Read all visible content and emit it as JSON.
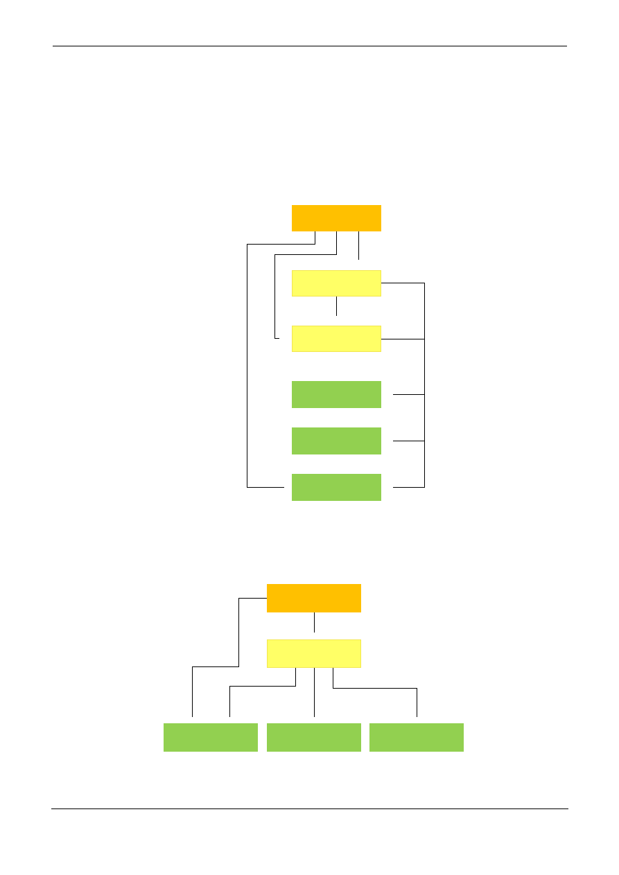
{
  "colors": {
    "root": "#ffc000",
    "middle": "#ffff66",
    "leaf": "#92d050",
    "line": "#000000",
    "background": "#ffffff"
  },
  "diagram_vertical": {
    "nodes": [
      {
        "id": "v-root",
        "level": "root",
        "label": ""
      },
      {
        "id": "v-mid-1",
        "level": "middle",
        "label": ""
      },
      {
        "id": "v-mid-2",
        "level": "middle",
        "label": ""
      },
      {
        "id": "v-leaf-1",
        "level": "leaf",
        "label": ""
      },
      {
        "id": "v-leaf-2",
        "level": "leaf",
        "label": ""
      },
      {
        "id": "v-leaf-3",
        "level": "leaf",
        "label": ""
      }
    ]
  },
  "diagram_horizontal": {
    "nodes": [
      {
        "id": "h-root",
        "level": "root",
        "label": ""
      },
      {
        "id": "h-mid",
        "level": "middle",
        "label": ""
      },
      {
        "id": "h-leaf-1",
        "level": "leaf",
        "label": ""
      },
      {
        "id": "h-leaf-2",
        "level": "leaf",
        "label": ""
      },
      {
        "id": "h-leaf-3",
        "level": "leaf",
        "label": ""
      }
    ]
  }
}
